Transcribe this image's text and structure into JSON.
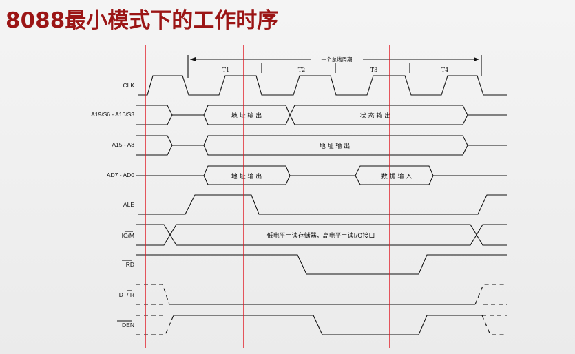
{
  "slide": {
    "title": "8088最小模式下的工作时序"
  },
  "diagram": {
    "bus_cycle_label": "一个总线周期",
    "states": [
      "T1",
      "T2",
      "T3",
      "T4"
    ],
    "signals": [
      {
        "key": "clk",
        "label": "CLK"
      },
      {
        "key": "a19",
        "label": "A19/S6 - A16/S3"
      },
      {
        "key": "a15",
        "label": "A15 - A8"
      },
      {
        "key": "ad7",
        "label": "AD7 - AD0"
      },
      {
        "key": "ale",
        "label": "ALE"
      },
      {
        "key": "iom",
        "label": "IO/M"
      },
      {
        "key": "rd",
        "label": "RD"
      },
      {
        "key": "dtr",
        "label": "DT/ R"
      },
      {
        "key": "den",
        "label": "DEN"
      }
    ],
    "bus_texts": {
      "a19_address": "地 址 输 出",
      "a19_status": "状 态 输 出",
      "a15_address": "地 址 输 出",
      "ad7_address": "地 址 输 出",
      "ad7_data": "数 据 输 入",
      "iom_desc": "低电平＝读存储器，高电平＝读I/O接口"
    }
  }
}
